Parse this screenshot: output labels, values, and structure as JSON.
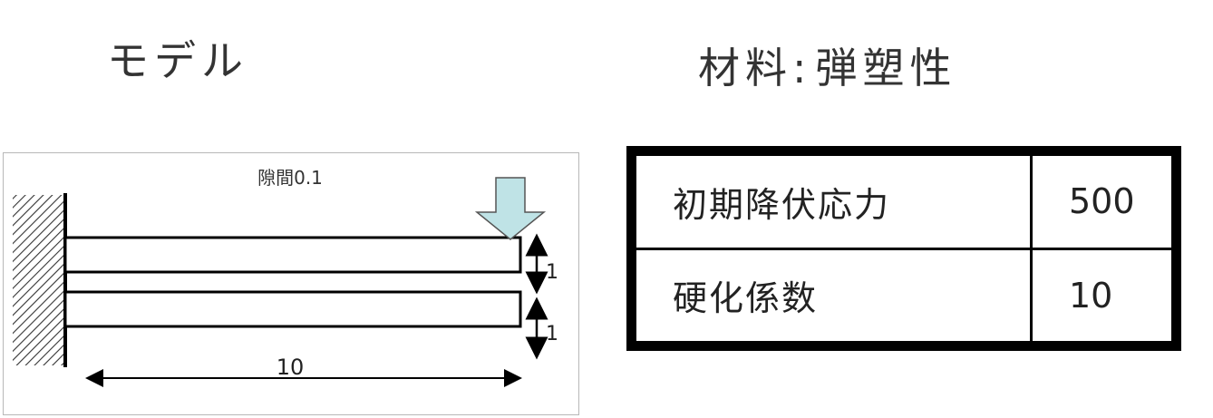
{
  "model": {
    "heading": "モデル",
    "gap_label": "隙間0.1",
    "beam_height_labels": [
      "1",
      "1"
    ],
    "length_label": "10"
  },
  "material": {
    "heading_prefix": "材料",
    "heading_separator": ":",
    "heading_suffix": "弾塑性",
    "rows": [
      {
        "label": "初期降伏応力",
        "value": "500"
      },
      {
        "label": "硬化係数",
        "value": "10"
      }
    ]
  },
  "colors": {
    "load_arrow_fill": "#bfe3e6",
    "line": "#000000",
    "text": "#333333"
  }
}
